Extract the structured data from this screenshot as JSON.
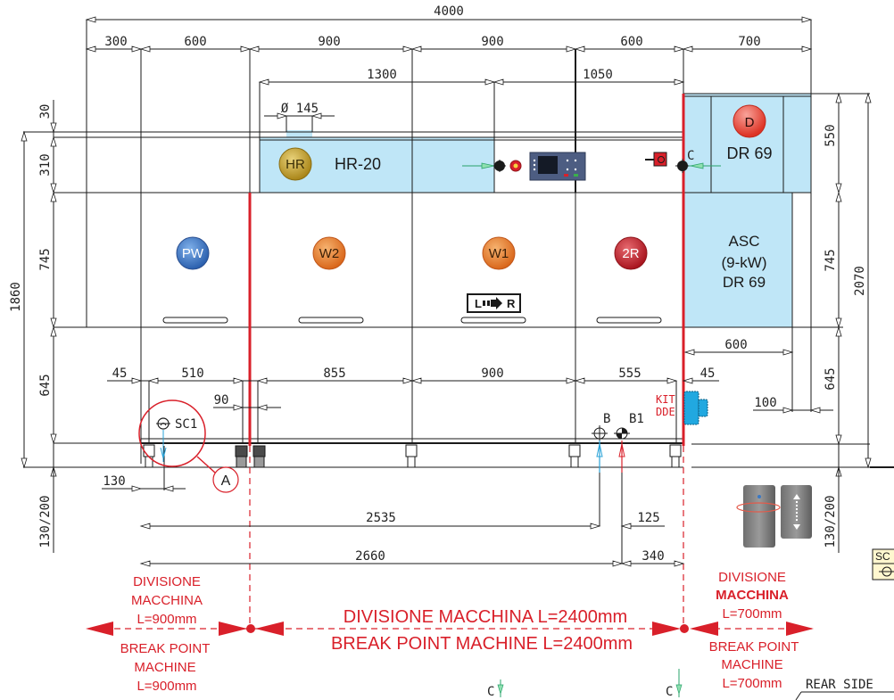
{
  "drawing": {
    "title": "Dishwasher machine layout - front view",
    "colors": {
      "module_fill": "#bfe6f7",
      "break_line": "#d9202a",
      "pw_badge": "#3b78c4",
      "w_badge": "#e9822b",
      "r_badge": "#c8262f",
      "d_badge": "#e84b3c",
      "hr_badge": "#c9a52f",
      "water_inlet_cold": "#2aa3d8",
      "water_inlet_hot": "#d9202a",
      "kit_dde": "#21a8e0",
      "legend_fill": "#fff7cf"
    },
    "top_dims": {
      "overall": "4000",
      "segments": [
        "300",
        "600",
        "900",
        "900",
        "600",
        "700"
      ],
      "sub_1300": "1300",
      "sub_1050": "1050",
      "diameter": "Ø 145"
    },
    "left_dims": {
      "d30": "30",
      "d310": "310",
      "d745": "745",
      "d645": "645",
      "d1860": "1860",
      "d130_200": "130/200"
    },
    "right_dims": {
      "d550": "550",
      "d745": "745",
      "d645": "645",
      "d2070": "2070",
      "d130_200": "130/200",
      "d600": "600",
      "d100": "100",
      "d45": "45"
    },
    "bottom_dims": {
      "d45": "45",
      "d510": "510",
      "d855": "855",
      "d900": "900",
      "d555": "555",
      "d90": "90",
      "d130": "130",
      "d2535": "2535",
      "d125": "125",
      "d2660": "2660",
      "d340": "340"
    },
    "modules": {
      "hr": {
        "badge": "HR",
        "label": "HR-20"
      },
      "pw": {
        "badge": "PW"
      },
      "w2": {
        "badge": "W2"
      },
      "w1": {
        "badge": "W1"
      },
      "r2": {
        "badge": "2R"
      },
      "d": {
        "badge": "D",
        "label": "DR 69"
      },
      "asc": {
        "line1": "ASC",
        "line2": "(9-kW)",
        "line3": "DR 69"
      }
    },
    "direction": {
      "left": "L",
      "right": "R"
    },
    "connections": {
      "sc1": "SC1",
      "detail": "A",
      "b": "B",
      "b1": "B1",
      "c": "C",
      "kit_line1": "KIT",
      "kit_line2": "DDE"
    },
    "break_points": {
      "left": {
        "it1": "DIVISIONE",
        "it2": "MACCHINA",
        "it3": "L=900mm",
        "en1": "BREAK POINT",
        "en2": "MACHINE",
        "en3": "L=900mm"
      },
      "center": {
        "it": "DIVISIONE MACCHINA L=2400mm",
        "en": "BREAK POINT MACHINE L=2400mm"
      },
      "right": {
        "it1": "DIVISIONE",
        "it2": "MACCHINA",
        "it3": "L=700mm",
        "en1": "BREAK POINT",
        "en2": "MACHINE",
        "en3": "L=700mm"
      }
    },
    "section_marks": [
      "C",
      "C"
    ],
    "rear_side": "REAR SIDE",
    "legend": {
      "header": "SC"
    }
  }
}
